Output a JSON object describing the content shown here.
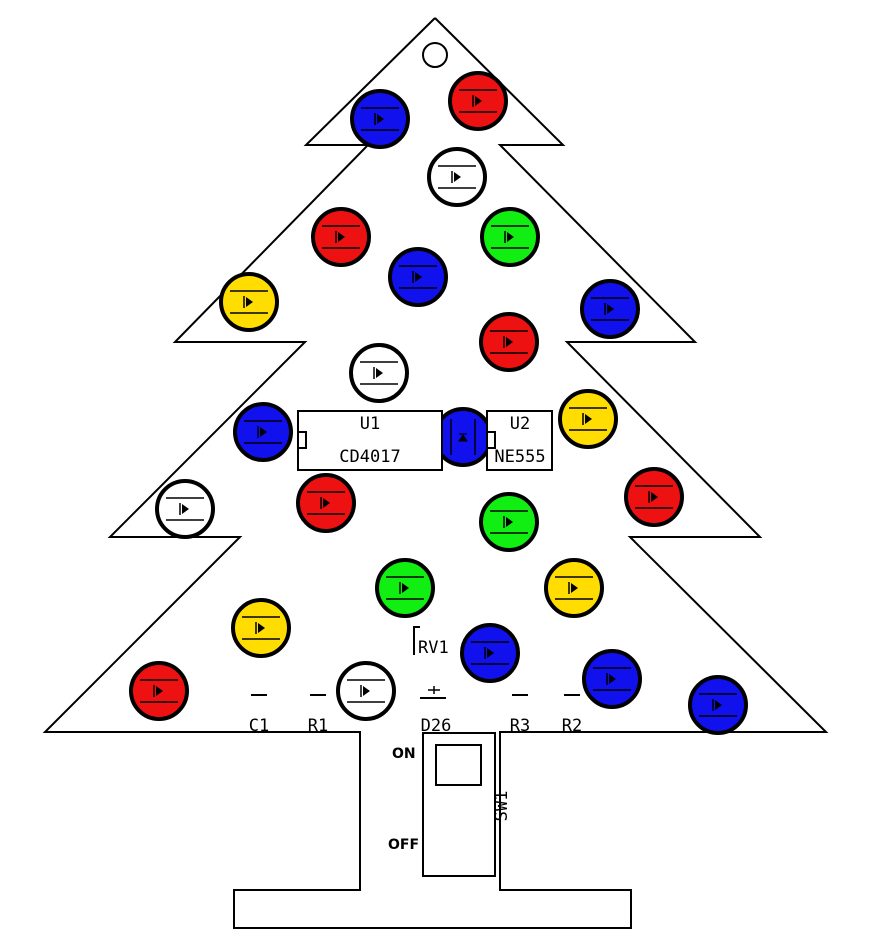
{
  "colors": {
    "red": "#ee1111",
    "blue": "#1111ee",
    "green": "#11ee11",
    "yellow": "#ffdd00",
    "white": "#ffffff",
    "outline": "#000000"
  },
  "leds": [
    {
      "color": "red"
    },
    {
      "color": "blue"
    },
    {
      "color": "white"
    },
    {
      "color": "red"
    },
    {
      "color": "green"
    },
    {
      "color": "blue"
    },
    {
      "color": "yellow"
    },
    {
      "color": "blue"
    },
    {
      "color": "red"
    },
    {
      "color": "white"
    },
    {
      "color": "blue"
    },
    {
      "color": "blue"
    },
    {
      "color": "yellow"
    },
    {
      "color": "white"
    },
    {
      "color": "red"
    },
    {
      "color": "red"
    },
    {
      "color": "green"
    },
    {
      "color": "green"
    },
    {
      "color": "yellow"
    },
    {
      "color": "yellow"
    },
    {
      "color": "blue"
    },
    {
      "color": "red"
    },
    {
      "color": "white"
    },
    {
      "color": "blue"
    },
    {
      "color": "blue"
    }
  ],
  "chips": {
    "u1": {
      "ref": "U1",
      "value": "CD4017"
    },
    "u2": {
      "ref": "U2",
      "value": "NE555"
    }
  },
  "components": {
    "rv1": "RV1",
    "c1": "C1",
    "r1": "R1",
    "d26": "D26",
    "r3": "R3",
    "r2": "R2",
    "sw1": "SW1"
  },
  "switch": {
    "on": "ON",
    "off": "OFF"
  }
}
